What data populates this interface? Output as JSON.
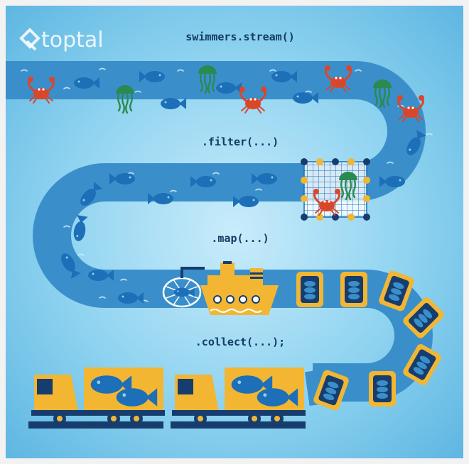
{
  "logo": {
    "text": "toptal"
  },
  "labels": {
    "stream": "swimmers.stream()",
    "filter": ".filter(...)",
    "map": ".map(...)",
    "collect": ".collect(...);"
  },
  "colors": {
    "background": "#8fd3f0",
    "river": "#3a8fcb",
    "river_dark": "#2f7fbd",
    "fish": "#1d6fb7",
    "crab": "#d9472b",
    "jellyfish": "#2a8a4f",
    "boat": "#f2b632",
    "can_frame": "#f2b632",
    "can_body": "#163d6e",
    "truck": "#f2b632",
    "label": "#143a63"
  },
  "icons": [
    "logo-icon",
    "fish-icon",
    "crab-icon",
    "jellyfish-icon",
    "net-icon",
    "boat-icon",
    "can-icon",
    "truck-icon"
  ]
}
